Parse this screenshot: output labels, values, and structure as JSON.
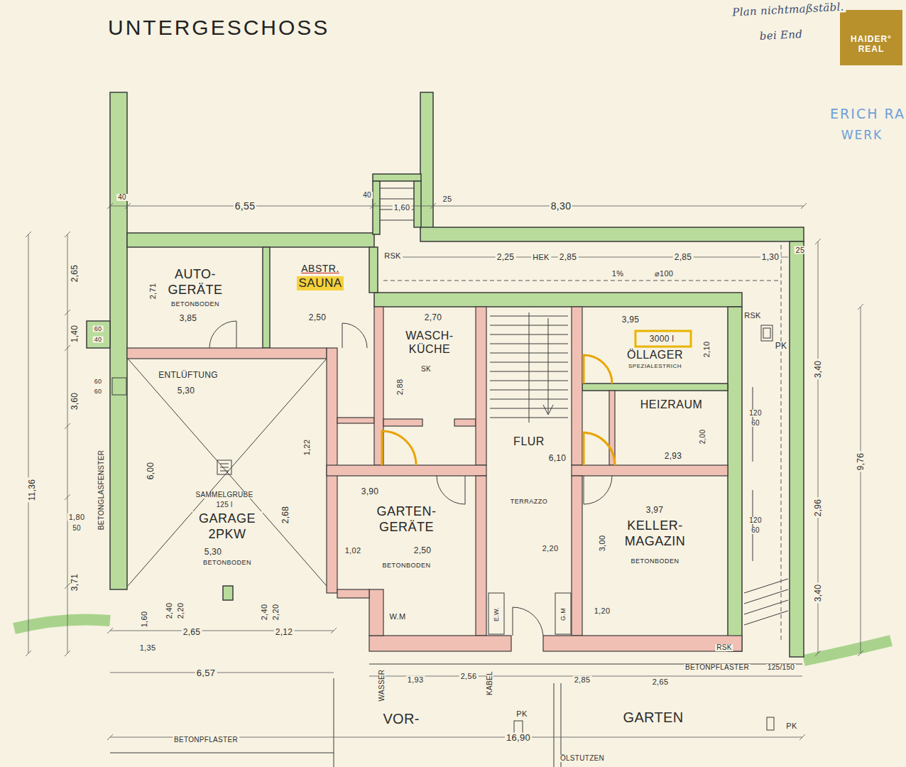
{
  "diagram": {
    "title": "UNTERGESCHOSS",
    "nodes": [
      {
        "text": [
          "HAIDER° REAL"
        ]
      },
      {
        "text": [
          "AUTO- GERÄTE",
          "BETONBODEN"
        ]
      },
      {
        "text": [
          "ABSTR.",
          "SAUNA"
        ]
      },
      {
        "text": [
          "WASCH- KÜCHE"
        ]
      },
      {
        "text": [
          "ÖLLAGER",
          "SPEZIALESTRICH"
        ]
      },
      {
        "text": [
          "HEIZRAUM"
        ]
      },
      {
        "text": [
          "FLUR",
          "TERRAZZO"
        ]
      },
      {
        "text": [
          "GARAGE 2PKW",
          "BETONBODEN"
        ]
      },
      {
        "text": [
          "GARTEN- GERÄTE",
          "BETONBODEN"
        ]
      },
      {
        "text": [
          "KELLER- MAGAZIN",
          "BETONBODEN"
        ]
      }
    ],
    "labels": [
      "Plan nichtmaßstäbl.",
      "bei End",
      "ERICH RA",
      "WERK",
      "40",
      "6,55",
      "40",
      "1,60",
      "25",
      "8,30",
      "RSK",
      "2,25",
      "HEK",
      "2,85",
      "2,85",
      "1,30",
      "25",
      "1%",
      "⌀100",
      "RSK",
      "PK",
      "2,65",
      "1,40",
      "3,60",
      "11,36",
      "1,80",
      "50",
      "3,71",
      "60",
      "40",
      "60",
      "60",
      "BETONGLASFENSTER",
      "2,71",
      "3,85",
      "2,50",
      "2,70",
      "SK",
      "2,88",
      "3,95",
      "3000 l",
      "2,10",
      "ENTLÜFTUNG",
      "5,30",
      "6,00",
      "SAMMELGRUBE",
      "125 l",
      "5,30",
      "2,68",
      "1,22",
      "3,90",
      "1,02",
      "2,50",
      "W.M",
      "6,10",
      "2,20",
      "2,93",
      "2,00",
      "3,97",
      "3,00",
      "1,20",
      "3,40",
      "2,96",
      "3,40",
      "9,76",
      "120",
      "60",
      "120",
      "60",
      "1,60",
      "2,40",
      "2,20",
      "2,65",
      "2,12",
      "2,40",
      "2,20",
      "1,35",
      "6,57",
      "WASSER",
      "1,93",
      "KABEL",
      "2,56",
      "2,85",
      "2,65",
      "BETONPFLASTER",
      "125/150",
      "E.W.",
      "G.M",
      "RSK",
      "VOR-",
      "GARTEN",
      "PK",
      "PK",
      "16,90",
      "BETONPFLASTER",
      "ÖLSTUTZEN"
    ]
  }
}
